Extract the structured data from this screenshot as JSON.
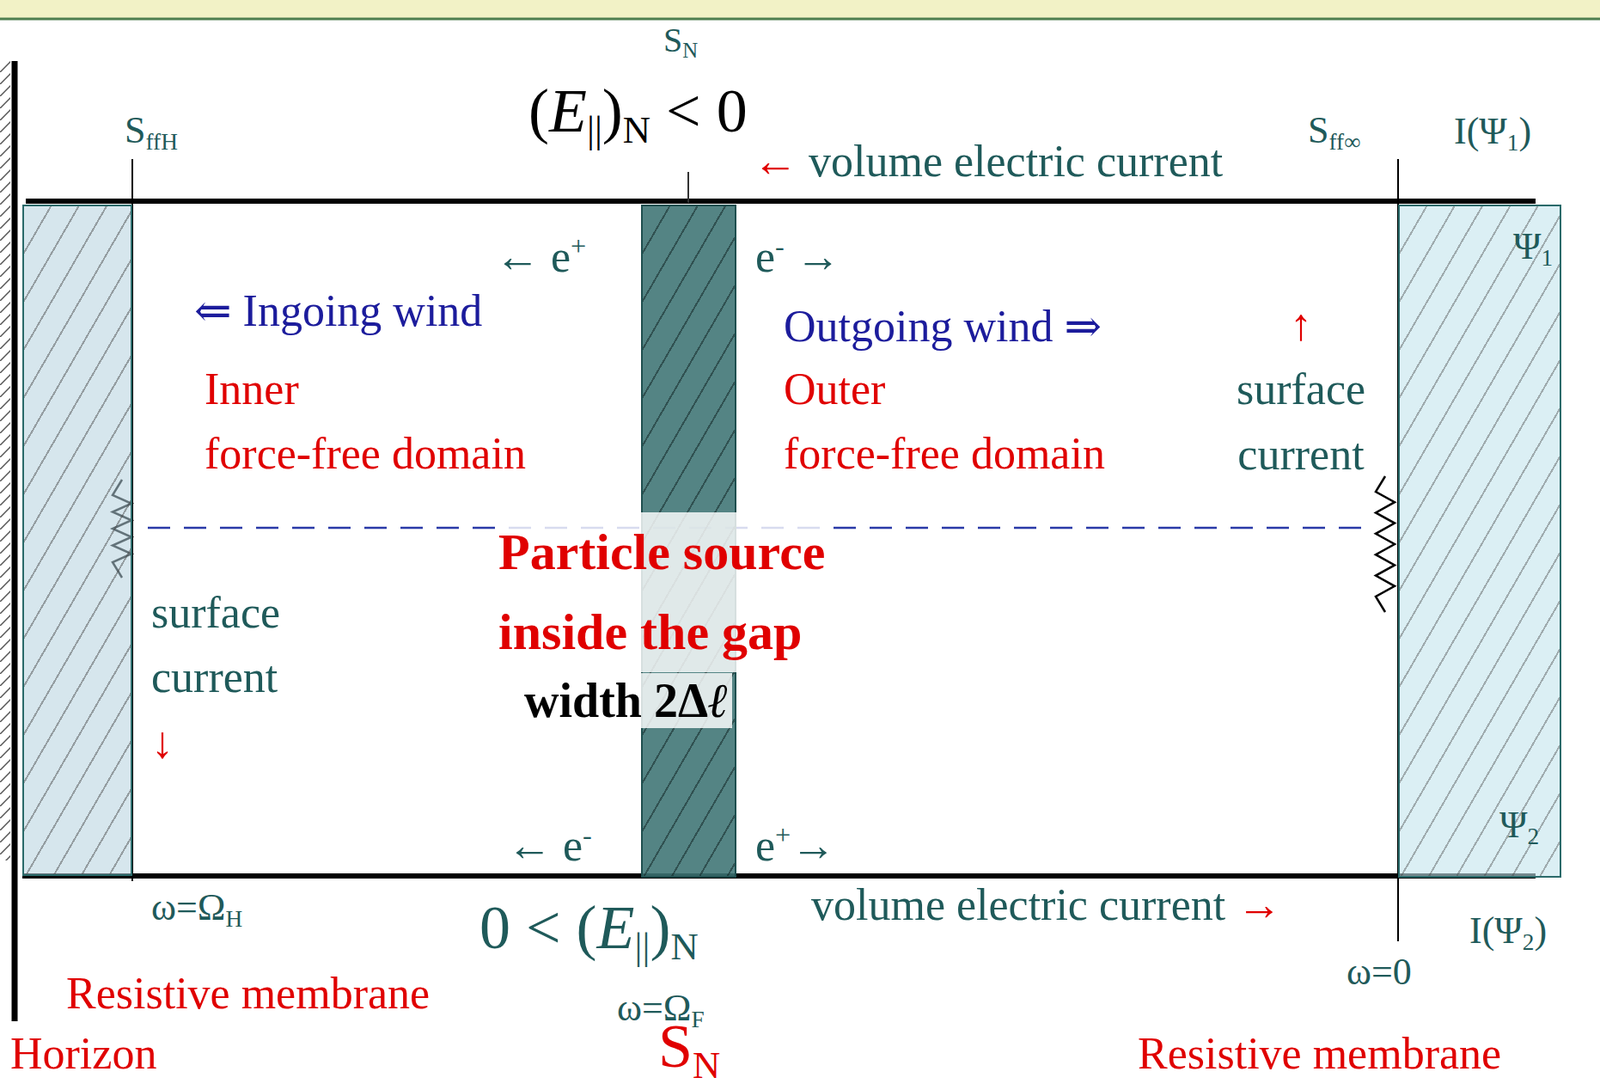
{
  "diagram": {
    "nodes": [
      {
        "text": [
          "SffH"
        ]
      },
      {
        "text": [
          "SN"
        ]
      },
      {
        "text": [
          "Sff∞",
          "Ψ1",
          "Ψ2"
        ]
      }
    ],
    "labels": [
      "(E||)N < 0",
      "I(Ψ1)",
      "← volume electric current",
      "← e+",
      "e- →",
      "⇐ Ingoing wind",
      "Outgoing wind ⇒",
      "Inner force-free domain",
      "Outer force-free domain",
      "↑ surface current",
      "surface current ↓",
      "Particle source inside the gap",
      "width 2Δℓ",
      "← e-",
      "e+→",
      "ω=ΩH",
      "0 < (E||)N",
      "volume electric current →",
      "I(Ψ2)",
      "ω=0",
      "ω=ΩF",
      "SN",
      "Resistive membrane",
      "Horizon",
      "Resistive membrane"
    ]
  }
}
